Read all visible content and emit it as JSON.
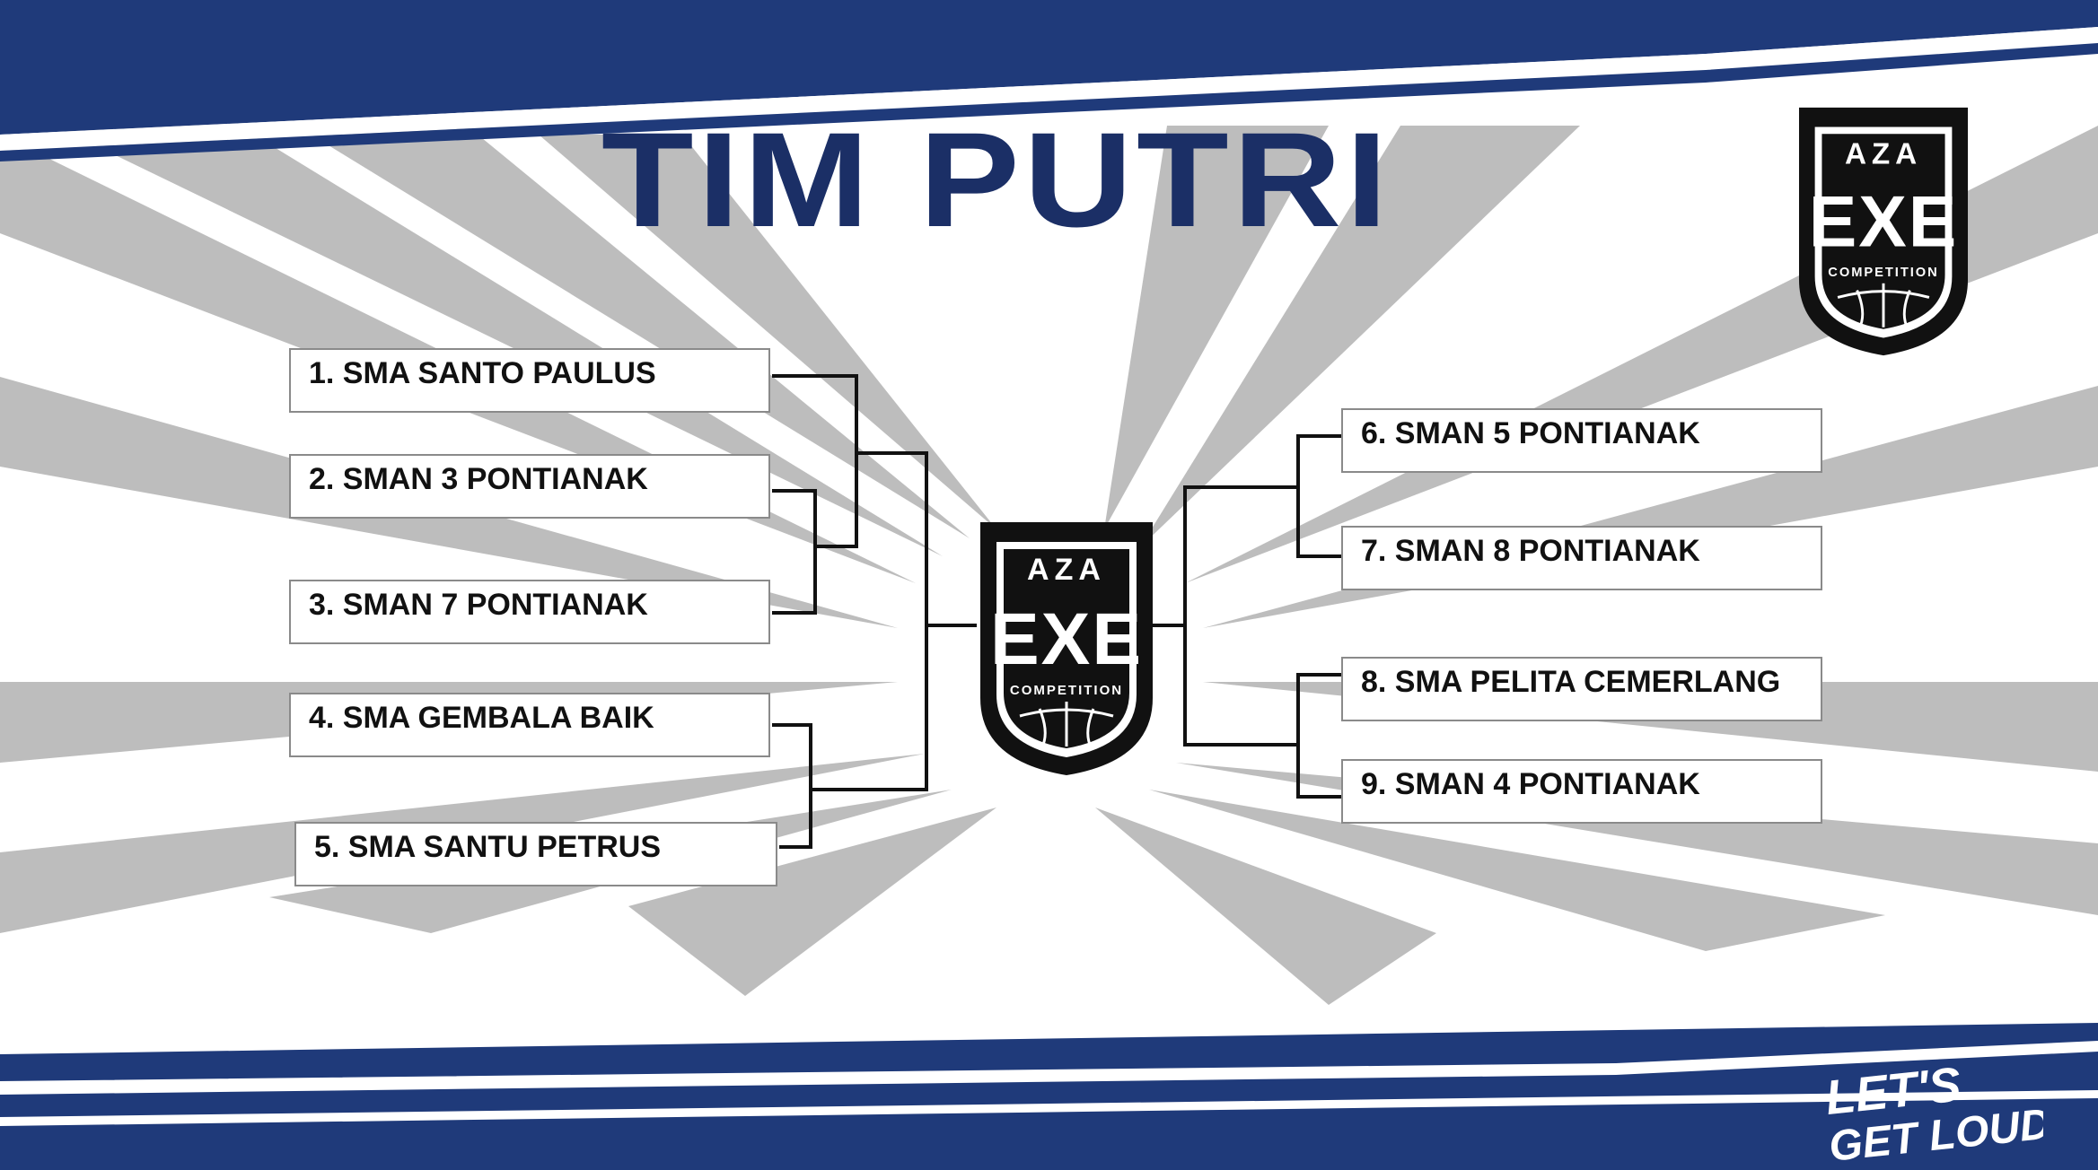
{
  "title": "TIM PUTRI",
  "colors": {
    "navy": "#1f3a7a",
    "title": "#1b2f66",
    "ray": "#b9b9b9",
    "line": "#111111"
  },
  "left_teams": [
    "1. SMA SANTO PAULUS",
    "2. SMAN 3 PONTIANAK",
    "3. SMAN 7 PONTIANAK",
    "4. SMA GEMBALA BAIK",
    "5. SMA SANTU PETRUS"
  ],
  "right_teams": [
    "6. SMAN 5 PONTIANAK",
    "7. SMAN 8 PONTIANAK",
    "8. SMA PELITA CEMERLANG",
    "9. SMAN 4 PONTIANAK"
  ],
  "logo": {
    "top": "AZA",
    "main": "EXE",
    "sub": "COMPETITION"
  },
  "slogan": {
    "line1": "LET'S",
    "line2": "GET LOUD"
  }
}
